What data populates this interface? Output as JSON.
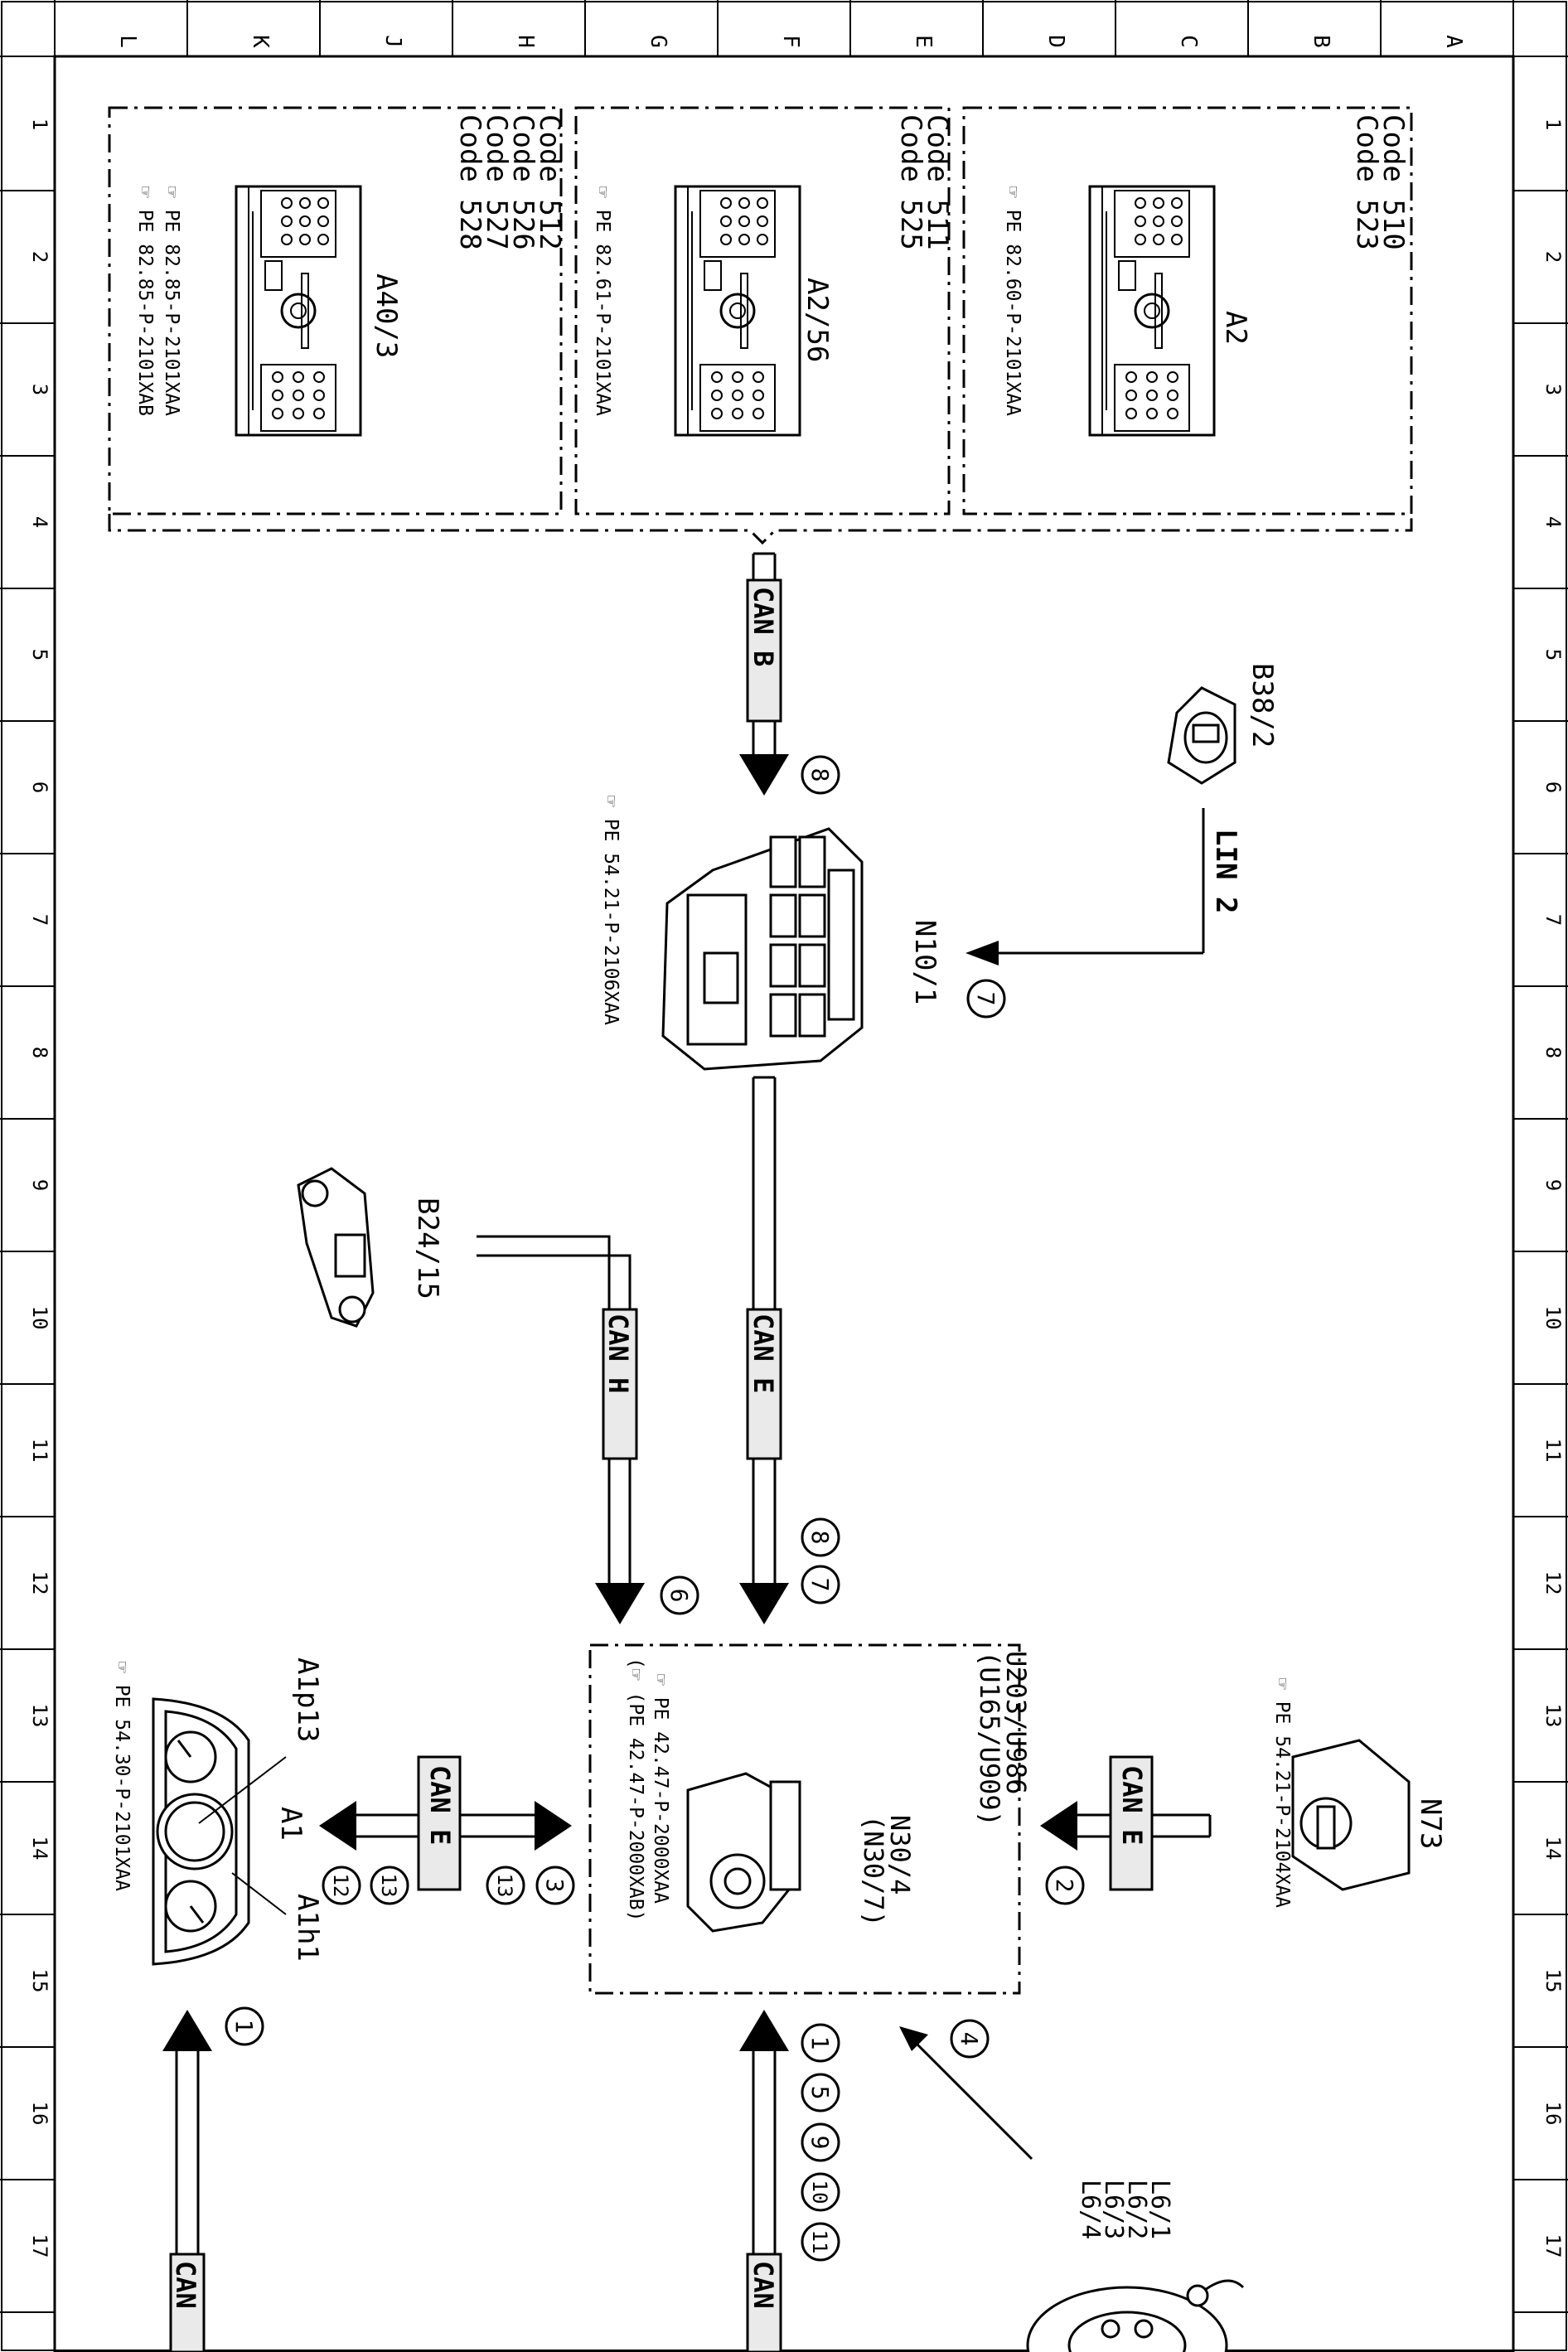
{
  "sheet": {
    "row_labels": [
      "L",
      "K",
      "J",
      "H",
      "G",
      "F",
      "E",
      "D",
      "C",
      "B",
      "A"
    ],
    "col_labels": [
      "1",
      "2",
      "3",
      "4",
      "5",
      "6",
      "7",
      "8",
      "9",
      "10",
      "11",
      "12",
      "13",
      "14",
      "15",
      "16",
      "17"
    ]
  },
  "modules": {
    "a2": {
      "name": "A2",
      "codes": [
        "Code 510",
        "Code 523"
      ],
      "refs": [
        "PE 82.60-P-2101XAA"
      ]
    },
    "a2_56": {
      "name": "A2/56",
      "codes": [
        "Code 511",
        "Code 525"
      ],
      "refs": [
        "PE 82.61-P-2101XAA"
      ]
    },
    "a40_3": {
      "name": "A40/3",
      "codes": [
        "Code 512",
        "Code 526",
        "Code 527",
        "Code 528"
      ],
      "refs": [
        "PE 82.85-P-2101XAA",
        "PE 82.85-P-2101XAB"
      ]
    }
  },
  "components": {
    "b38_2": {
      "name": "B38/2"
    },
    "n10_1": {
      "name": "N10/1",
      "ref": "PE 54.21-P-2106XAA"
    },
    "b24_15": {
      "name": "B24/15"
    },
    "n73": {
      "name": "N73",
      "ref": "PE 54.21-P-2104XAA"
    },
    "n30_4": {
      "lines": [
        "U203/U986",
        "(U165/U909)",
        "N30/4",
        "(N30/7)"
      ],
      "refs": [
        "PE 42.47-P-2000XAA",
        "(PE 42.47-P-2000XAB)"
      ]
    },
    "a1": {
      "name": "A1",
      "p13": "A1p13",
      "h1": "A1h1",
      "ref": "PE 54.30-P-2101XAA"
    },
    "l6": {
      "names": [
        "L6/1",
        "L6/2",
        "L6/3",
        "L6/4"
      ]
    }
  },
  "buses": {
    "can_b": "CAN B",
    "lin2": "LIN 2",
    "can_h": "CAN H",
    "can_e_mid": "CAN E",
    "can_e_n73": "CAN E",
    "can_e_a1": "CAN E",
    "can_bottom_right": "CAN",
    "can_bottom_left": "CAN"
  },
  "markers": {
    "m8_top": "8",
    "m7_lin": "7",
    "m8_mid": "8",
    "m7_mid": "7",
    "m6": "6",
    "m2": "2",
    "m3": "3",
    "m13a": "13",
    "m13b": "13",
    "m12": "12",
    "m4": "4",
    "m1a": "1",
    "m5": "5",
    "m9": "9",
    "m10": "10",
    "m11": "11",
    "m1b": "1"
  }
}
